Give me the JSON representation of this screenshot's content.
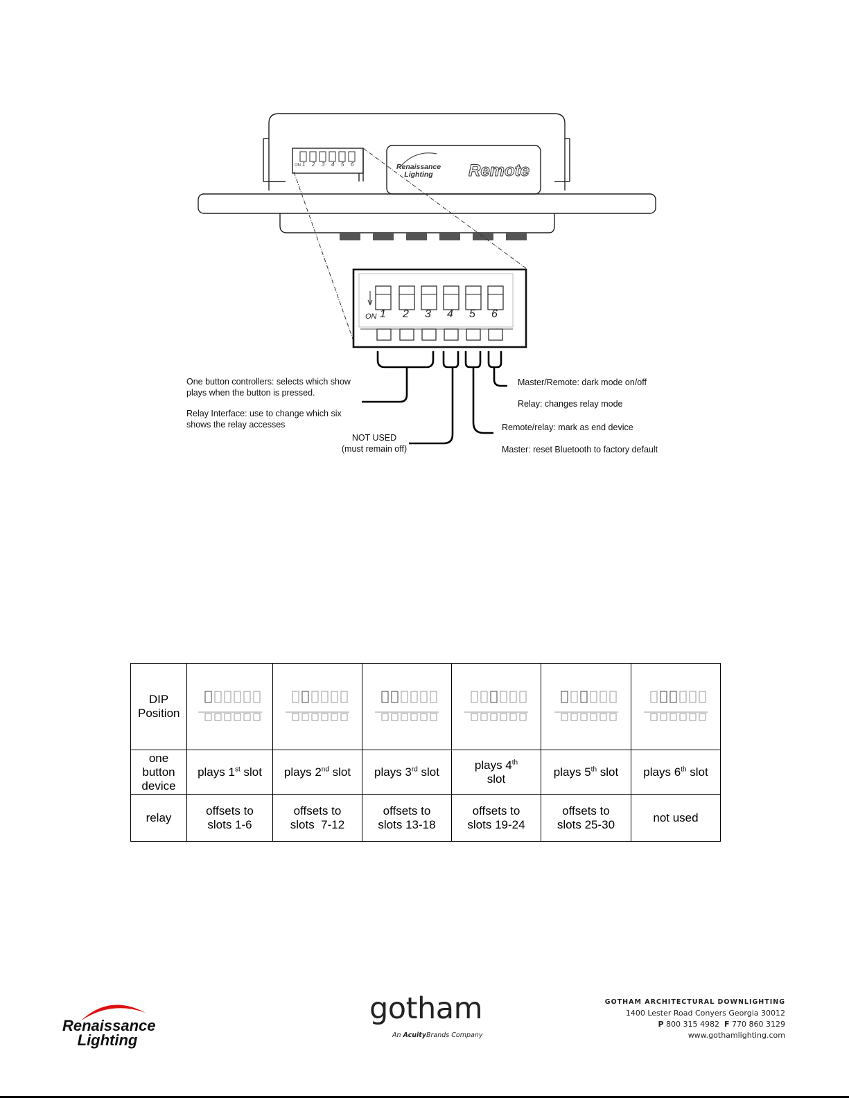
{
  "device": {
    "brand_label": "Renaissance Lighting",
    "model_label": "Remote",
    "dip_on_label": "ON",
    "dip_numbers": [
      "1",
      "2",
      "3",
      "4",
      "5",
      "6"
    ]
  },
  "callouts": {
    "one_button": "One button controllers:  selects which show plays when the button is pressed.",
    "relay_interface": "Relay Interface: use to change which six shows the relay accesses",
    "not_used_1": "NOT USED",
    "not_used_2": "(must remain off)",
    "master_remote": "Master/Remote: dark mode on/off",
    "relay_mode": "Relay:  changes relay mode",
    "remote_relay_end": "Remote/relay: mark as end device",
    "master_reset": "Master: reset Bluetooth to factory default"
  },
  "table": {
    "row_headers": [
      "DIP Position",
      "one button device",
      "relay"
    ],
    "one_button": [
      {
        "pre": "plays 1",
        "sup": "st",
        "post": " slot"
      },
      {
        "pre": "plays 2",
        "sup": "nd",
        "post": " slot"
      },
      {
        "pre": "plays 3",
        "sup": "rd",
        "post": " slot"
      },
      {
        "pre": "plays 4",
        "sup": "th",
        "post": " slot"
      },
      {
        "pre": "plays 5",
        "sup": "th",
        "post": " slot"
      },
      {
        "pre": "plays 6",
        "sup": "th",
        "post": " slot"
      }
    ],
    "relay": [
      "offsets to slots 1-6",
      "offsets to slots  7-12",
      "offsets to slots 13-18",
      "offsets to slots 19-24",
      "offsets to slots 25-30",
      "not used"
    ]
  },
  "footer": {
    "renaissance_1": "Renaissance",
    "renaissance_2": "Lighting",
    "gotham": "gotham",
    "gotham_sub_pre": "An ",
    "gotham_sub_brand": "Acuity",
    "gotham_sub_post": "Brands Company",
    "firm": "GOTHAM ARCHITECTURAL DOWNLIGHTING",
    "address": "1400 Lester Road  Conyers Georgia 30012",
    "phone_label": "P",
    "phone": "800 315 4982",
    "fax_label": "F",
    "fax": "770 860 3129",
    "website": "www.gothamlighting.com"
  }
}
